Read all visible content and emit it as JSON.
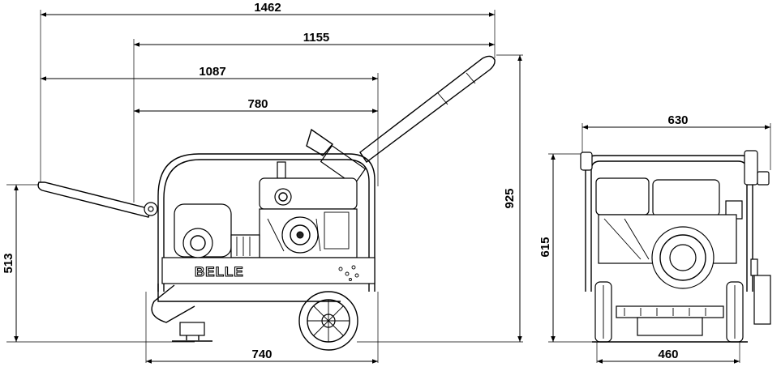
{
  "dimensions": {
    "side_total_length": "1462",
    "side_handle_to_rear": "1155",
    "side_front_to_frame": "1087",
    "side_frame_length": "780",
    "side_base_length": "740",
    "side_overall_height": "925",
    "side_frame_height": "513",
    "front_width": "630",
    "front_height": "615",
    "front_wheel_track": "460"
  },
  "brand": {
    "logo_text": "BELLE"
  }
}
